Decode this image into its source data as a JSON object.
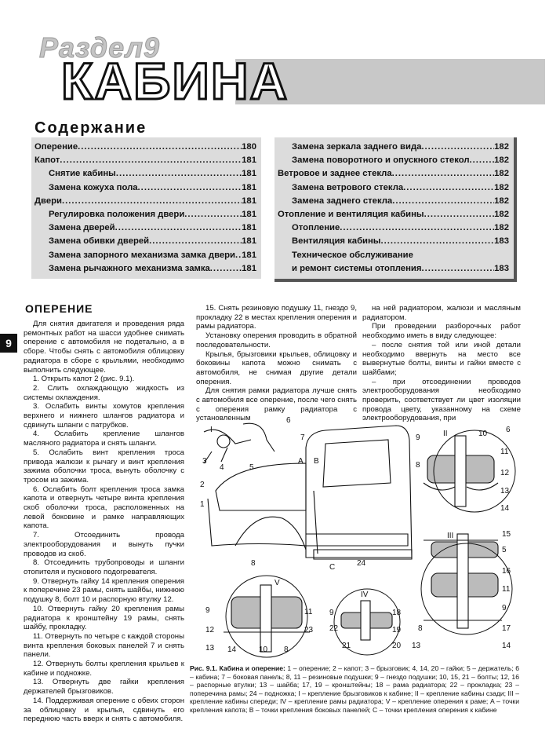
{
  "header": {
    "section_label": "Раздел9",
    "chapter_title": "КАБИНА"
  },
  "toc": {
    "title": "Содержание",
    "left": [
      {
        "label": "Оперение",
        "page": "180",
        "indent": 0
      },
      {
        "label": "Капот",
        "page": "181",
        "indent": 0
      },
      {
        "label": "Снятие кабины",
        "page": "181",
        "indent": 1
      },
      {
        "label": "Замена кожуха пола",
        "page": "181",
        "indent": 1
      },
      {
        "label": "Двери",
        "page": "181",
        "indent": 0
      },
      {
        "label": "Регулировка положения двери",
        "page": "181",
        "indent": 1
      },
      {
        "label": "Замена дверей",
        "page": "181",
        "indent": 1
      },
      {
        "label": "Замена обивки дверей",
        "page": "181",
        "indent": 1
      },
      {
        "label": "Замена запорного механизма замка двери",
        "page": "181",
        "indent": 1
      },
      {
        "label": "Замена рычажного механизма замка",
        "page": "181",
        "indent": 1
      }
    ],
    "right": [
      {
        "label": "Замена зеркала заднего вида",
        "page": "182",
        "indent": 1
      },
      {
        "label": "Замена поворотного и опускного стекол",
        "page": "182",
        "indent": 1
      },
      {
        "label": "Ветровое и заднее стекла",
        "page": "182",
        "indent": 0
      },
      {
        "label": "Замена ветрового стекла",
        "page": "182",
        "indent": 1
      },
      {
        "label": "Замена заднего стекла",
        "page": "182",
        "indent": 1
      },
      {
        "label": "Отопление и вентиляция кабины",
        "page": "182",
        "indent": 0
      },
      {
        "label": "Отопление",
        "page": "182",
        "indent": 1
      },
      {
        "label": "Вентиляция кабины",
        "page": "183",
        "indent": 1
      },
      {
        "label": "Техническое обслуживание",
        "page": "",
        "indent": 1
      },
      {
        "label": "и ремонт системы отопления",
        "page": "183",
        "indent": 1
      }
    ]
  },
  "side_tab": "9",
  "section_heading": "ОПЕРЕНИЕ",
  "col1": [
    "Для снятия двигателя и проведения ряда ремонтных работ на шасси удобнее снимать оперение с автомобиля не подетально, а в сборе. Чтобы снять с автомобиля облицовку радиатора в сборе с крыльями, необходимо выполнить следующее.",
    "1. Открыть капот 2 (рис. 9.1).",
    "2. Слить охлаждающую жидкость из системы охлаждения.",
    "3. Ослабить винты хомутов крепления верхнего и нижнего шлангов радиатора и сдвинуть шланги с патрубков.",
    "4. Ослабить крепление шлангов масляного радиатора и снять шланги.",
    "5. Ослабить винт крепления троса привода жалюзи к рычагу и винт крепления зажима оболочки троса, вынуть оболочку с тросом из зажима.",
    "6. Ослабить болт крепления троса замка капота и отвернуть четыре винта крепления скоб оболочки троса, расположенных на левой боковине и рамке направляющих капота.",
    "7. Отсоединить провода электрооборудования и вынуть пучки проводов из скоб.",
    "8. Отсоединить трубопроводы и шланги отопителя и пускового подогревателя.",
    "9. Отвернуть гайку 14 крепления оперения к поперечине 23 рамы, снять шайбы, нижнюю подушку 8, болт 10 и распорную втулку 12.",
    "10. Отвернуть гайку 20 крепления рамы радиатора к кронштейну 19 рамы, снять шайбу, прокладку.",
    "11. Отвернуть по четыре с каждой стороны винта крепления боковых панелей 7 и снять панели.",
    "12. Отвернуть болты крепления крыльев к кабине и подножке.",
    "13. Отвернуть две гайки крепления держателей брызговиков.",
    "14. Поддерживая оперение с обеих сторон за облицовку и крылья, сдвинуть его переднюю часть вверх и снять с автомобиля."
  ],
  "col2": [
    "15. Снять резиновую подушку 11, гнездо 9, прокладку 22 в местах крепления оперения и рамы радиатора.",
    "Установку оперения проводить в обратной последовательности.",
    "Крылья, брызговики крыльев, облицовку и боковины капота можно снимать с автомобиля, не снимая другие детали оперения.",
    "Для снятия рамки радиатора лучше снять с автомобиля все оперение, после чего снять с оперения рамку радиатора с установленным"
  ],
  "col3": [
    "на ней радиатором, жалюзи и масляным радиатором.",
    "При проведении разборочных работ необходимо иметь в виду следующее:",
    "– после снятия той или иной детали необходимо ввернуть на место все вывернутые болты, винты и гайки вместе с шайбами;",
    "– при отсоединении проводов электрооборудования необходимо проверить, соответствует ли цвет изоляции провода цвету, указанному на схеме электрооборудования, при"
  ],
  "figure": {
    "callouts": [
      "1",
      "2",
      "3",
      "4",
      "5",
      "6",
      "7",
      "8",
      "9",
      "10",
      "11",
      "12",
      "13",
      "14",
      "15",
      "16",
      "17",
      "18",
      "19",
      "20",
      "21",
      "22",
      "23",
      "24",
      "A",
      "B",
      "C",
      "I",
      "II",
      "III",
      "IV",
      "V"
    ]
  },
  "caption": {
    "lead": "Рис. 9.1. Кабина и оперение:",
    "text": "1 – оперение; 2 – капот; 3 – брызговик; 4, 14, 20 – гайки; 5 – держатель; 6 – кабина; 7 – боковая панель; 8, 11 – резиновые подушки; 9 – гнездо подушки; 10, 15, 21 – болты; 12, 16 – распорные втулки; 13 – шайба; 17, 19 – кронштейны; 18 – рама радиатора; 22 – прокладка; 23 – поперечина рамы; 24 – подножка; I – крепление брызговиков к кабине; II – крепление кабины сзади; III – крепление кабины спереди; IV – крепление рамы радиатора; V – крепление оперения к раме; A – точки крепления капота; B – точки крепления боковых панелей; C – точки крепления оперения к кабине"
  }
}
